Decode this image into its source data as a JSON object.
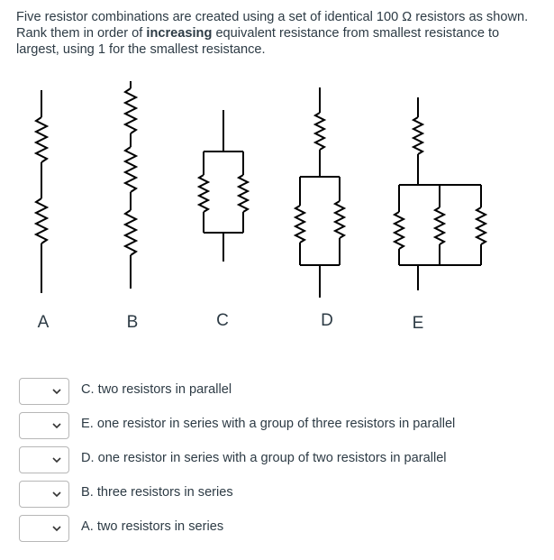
{
  "question": {
    "text_before": "Five resistor combinations are created using a set of identical 100 Ω resistors as shown. Rank them in order of ",
    "emphasis": "increasing",
    "text_after": " equivalent resistance from smallest resistance to largest, using 1 for the smallest resistance."
  },
  "circuit_labels": [
    "A",
    "B",
    "C",
    "D",
    "E"
  ],
  "rank_items": [
    {
      "selected": "",
      "text": "C. two resistors in parallel"
    },
    {
      "selected": "",
      "text": "E. one resistor in series with a group of three resistors in parallel"
    },
    {
      "selected": "",
      "text": "D. one resistor in series with a group of two resistors in parallel"
    },
    {
      "selected": "",
      "text": "B. three resistors in series"
    },
    {
      "selected": "",
      "text": "A. two resistors in series"
    }
  ],
  "colors": {
    "text": "#2d3b45",
    "wire": "#000000",
    "select_border": "#b7b7b7"
  }
}
